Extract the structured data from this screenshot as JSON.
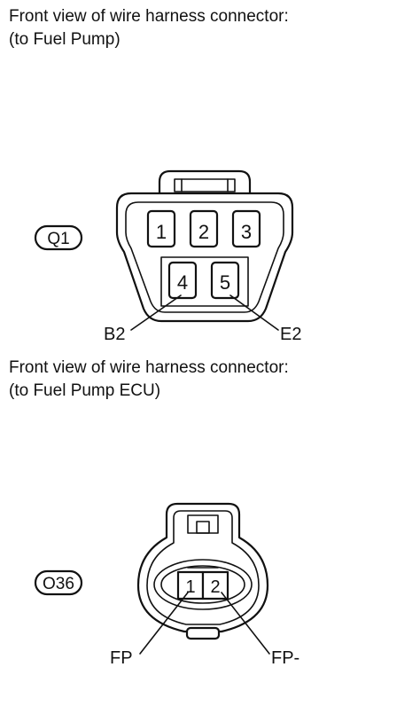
{
  "connector_1": {
    "caption_line1": "Front view of wire harness connector:",
    "caption_line2": "(to Fuel Pump)",
    "code": "Q1",
    "pins": [
      "1",
      "2",
      "3",
      "4",
      "5"
    ],
    "labels": {
      "pin4": "B2",
      "pin5": "E2"
    }
  },
  "connector_2": {
    "caption_line1": "Front view of wire harness connector:",
    "caption_line2": "(to Fuel Pump ECU)",
    "code": "O36",
    "pins": [
      "1",
      "2"
    ],
    "labels": {
      "pin1": "FP",
      "pin2": "FP-"
    }
  }
}
